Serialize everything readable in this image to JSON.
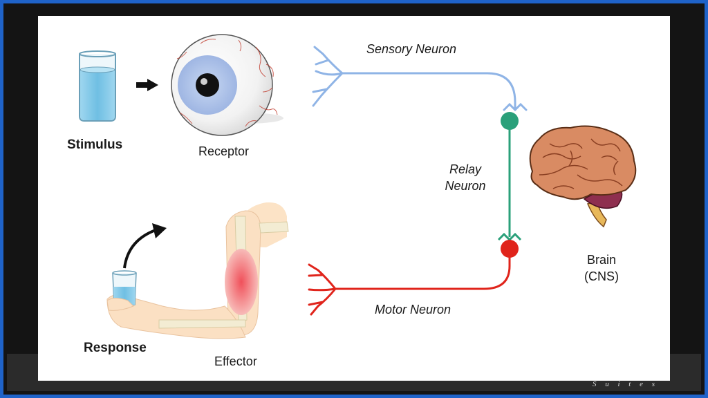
{
  "labels": {
    "stimulus": "Stimulus",
    "receptor": "Receptor",
    "sensory_neuron": "Sensory Neuron",
    "relay_neuron_line1": "Relay",
    "relay_neuron_line2": "Neuron",
    "brain_line1": "Brain",
    "brain_line2": "(CNS)",
    "motor_neuron": "Motor Neuron",
    "response": "Response",
    "effector": "Effector"
  },
  "footer": {
    "brand": "S u i t e s"
  },
  "colors": {
    "frame_border": "#1f63c9",
    "sensory": "#8fb4e6",
    "relay": "#2aa07a",
    "motor": "#e0241b",
    "water": "#7fc6e6",
    "brain": "#d98b63",
    "cerebellum": "#8e2f4f"
  },
  "icons": [
    "beaker-icon",
    "arrow-right-icon",
    "eyeball-icon",
    "brain-icon",
    "arm-icon",
    "curved-arrow-icon"
  ]
}
